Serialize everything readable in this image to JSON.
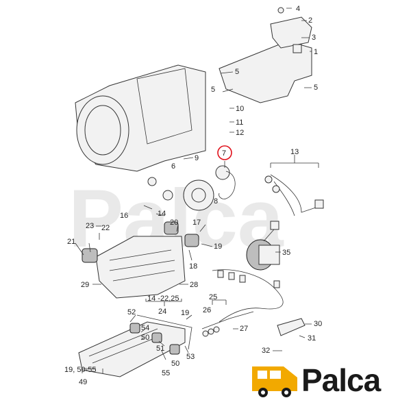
{
  "watermark": {
    "text": "Palca"
  },
  "brand": {
    "logo_text": "Palca",
    "logo_color": "#f2a900",
    "highlight_color": "#e0101a"
  },
  "highlighted_callout": "7",
  "callouts": {
    "c1": "1",
    "c2": "2",
    "c3": "3",
    "c4": "4",
    "c5a": "5",
    "c5b": "5",
    "c5c": "5",
    "c6": "6",
    "c7": "7",
    "c8": "8",
    "c9": "9",
    "c10": "10",
    "c11": "11",
    "c12": "12",
    "c13": "13",
    "c14": "14",
    "c16": "16",
    "c17": "17",
    "c18": "18",
    "c19a": "19",
    "c20": "20",
    "c21": "21",
    "c22": "22",
    "c23": "23",
    "c24": "24",
    "c14_22": "14 -22,25",
    "c25": "25",
    "c26": "26",
    "c27": "27",
    "c28": "28",
    "c29": "29",
    "c30": "30",
    "c31": "31",
    "c32": "32",
    "c35": "35",
    "c19b": "19",
    "c49": "49",
    "c19_50": "19, 50-55",
    "c50": "50",
    "c51": "51",
    "c52": "52",
    "c53": "53",
    "c54": "54",
    "c55": "55"
  }
}
